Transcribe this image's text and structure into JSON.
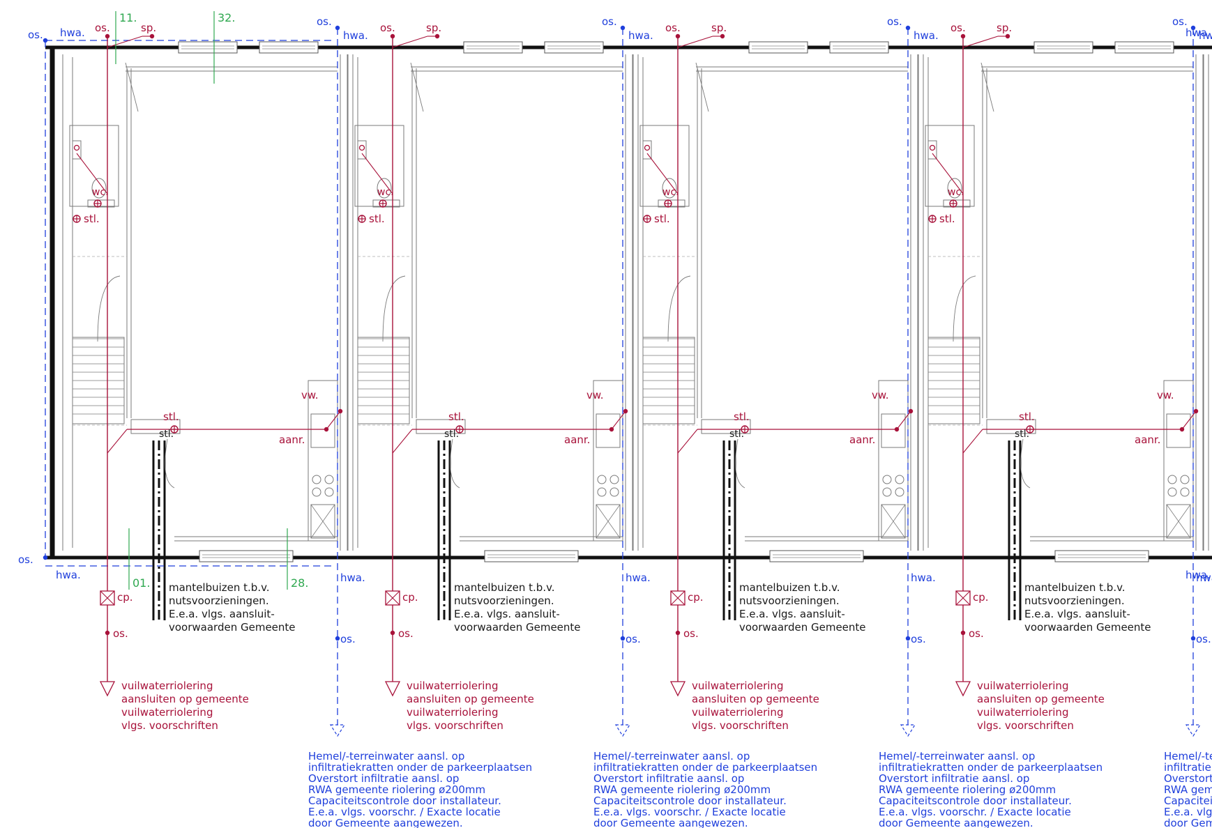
{
  "colors": {
    "sewer": "#a8123a",
    "storm": "#1f3fdc",
    "wall": "#111111",
    "gridline": "#2fa850",
    "detail": "#7a7a7a"
  },
  "grid_labels": [
    "11.",
    "32.",
    "01.",
    "28."
  ],
  "tags": {
    "os": "os.",
    "sp": "sp.",
    "hwa": "hwa.",
    "wc": "wc.",
    "stl": "stl.",
    "vw": "vw.",
    "aanr": "aanr.",
    "cp": "cp.",
    "stl_small": "stl."
  },
  "notes": {
    "utility": [
      "mantelbuizen  t.b.v.",
      "nutsvoorzieningen.",
      "E.e.a.  vlgs.  aansluit-",
      "voorwaarden  Gemeente"
    ],
    "sewer": [
      "vuilwaterriolering",
      "aansluiten  op  gemeente",
      "vuilwaterriolering",
      "vlgs.  voorschriften"
    ],
    "storm": [
      "Hemel/-terreinwater  aansl.  op",
      "infiltratiekratten  onder  de  parkeerplaatsen",
      "Overstort  infiltratie  aansl.  op",
      "RWA  gemeente  riolering  ø200mm",
      "Capaciteitscontrole  door  installateur.",
      "E.e.a.  vlgs.  voorschr.  /  Exacte  locatie",
      "door  Gemeente  aangewezen."
    ]
  }
}
